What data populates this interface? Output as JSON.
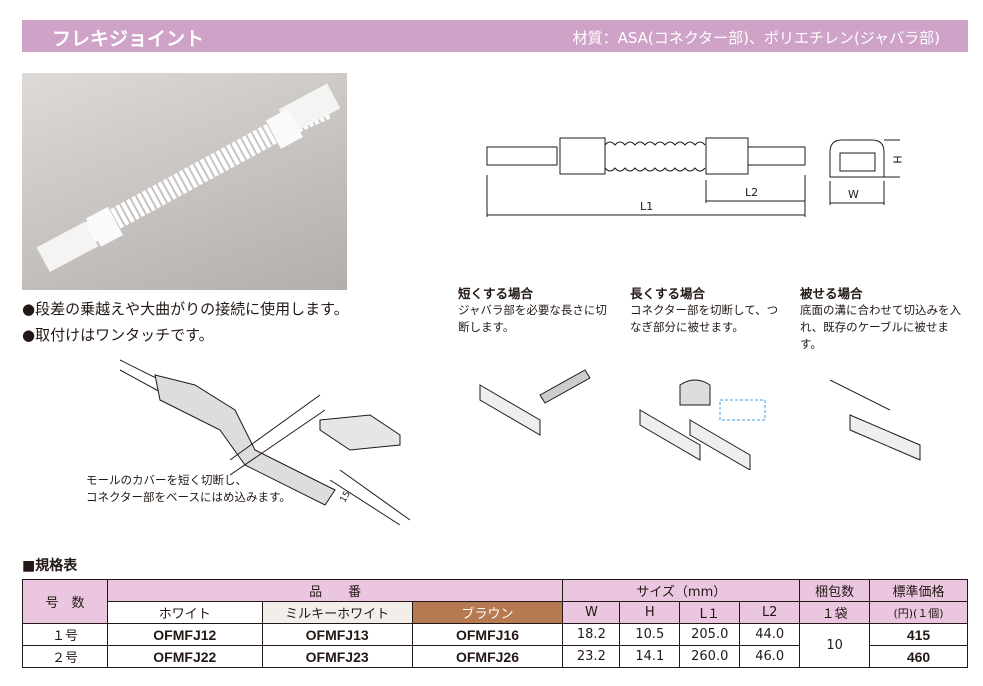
{
  "header": {
    "title": "フレキジョイント",
    "material": "材質：ASA(コネクター部)、ポリエチレン(ジャバラ部)"
  },
  "features": [
    "●段差の乗越えや大曲がりの接続に使用します。",
    "●取付けはワンタッチです。"
  ],
  "install_note": [
    "モールのカバーを短く切断し、",
    "コネクター部をベースにはめ込みます。"
  ],
  "install_dim": "15",
  "drawing": {
    "l1": "L1",
    "l2": "L2",
    "w": "W",
    "h": "H"
  },
  "cases": [
    {
      "title": "短くする場合",
      "text": "ジャバラ部を必要な長さに切断します。"
    },
    {
      "title": "長くする場合",
      "text": "コネクター部を切断して、つなぎ部分に被せます。"
    },
    {
      "title": "被せる場合",
      "text": "底面の溝に合わせて切込みを入れ、既存のケーブルに被せます。"
    }
  ],
  "spec": {
    "section_title": "■規格表",
    "headers": {
      "number": "号　数",
      "part": "品　　番",
      "white": "ホワイト",
      "milky": "ミルキーホワイト",
      "brown": "ブラウン",
      "size": "サイズ（mm）",
      "w": "W",
      "h": "H",
      "l1": "L１",
      "l2": "L2",
      "pack": "梱包数",
      "pack2": "１袋",
      "price": "標準価格",
      "price2": "(円)(１個)"
    },
    "rows": [
      {
        "num": "１号",
        "white": "OFMFJ12",
        "milky": "OFMFJ13",
        "brown": "OFMFJ16",
        "w": "18.2",
        "h": "10.5",
        "l1": "205.0",
        "l2": "44.0",
        "price": "415"
      },
      {
        "num": "２号",
        "white": "OFMFJ22",
        "milky": "OFMFJ23",
        "brown": "OFMFJ26",
        "w": "23.2",
        "h": "14.1",
        "l1": "260.0",
        "l2": "46.0",
        "price": "460"
      }
    ],
    "pack": "10"
  }
}
